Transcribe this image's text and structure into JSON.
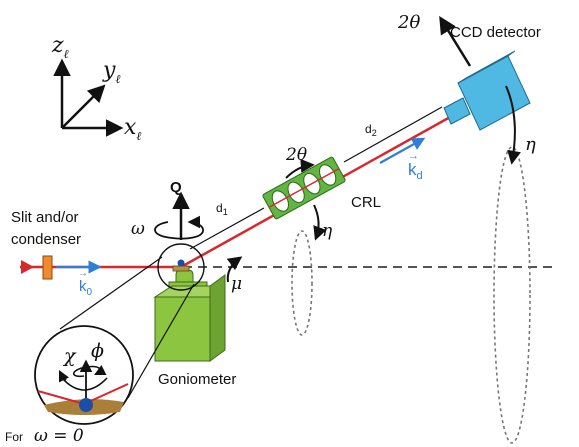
{
  "axes": {
    "z": {
      "base": "z",
      "sub": "ℓ"
    },
    "y": {
      "base": "y",
      "sub": "ℓ"
    },
    "x": {
      "base": "x",
      "sub": "ℓ"
    }
  },
  "labels": {
    "ccd_detector": "CCD detector",
    "two_theta_detector": "2θ",
    "eta_detector": "η",
    "d2": "d",
    "d2_sub": "2",
    "k_d": "k",
    "k_d_sub": "d",
    "two_theta_crl": "2θ",
    "crl": "CRL",
    "eta_crl": "η",
    "d1": "d",
    "d1_sub": "1",
    "q": "Q",
    "omega": "ω",
    "slit_line1": "Slit and/or",
    "slit_line2": "condenser",
    "k_0": "k",
    "k_0_sub": "0",
    "mu": "μ",
    "chi": "χ",
    "phi": "ϕ",
    "goniometer": "Goniometer",
    "for_label": "For",
    "omega_zero": "ω = 0"
  },
  "colors": {
    "beam": "#d9272e",
    "wavevector": "#2f7fd8",
    "detector": "#4fb9e3",
    "crl": "#62b443",
    "goniometer": "#8cc53f",
    "slit": "#f08a2c",
    "sample": "#1a4fa8",
    "mount": "#b8903f"
  }
}
